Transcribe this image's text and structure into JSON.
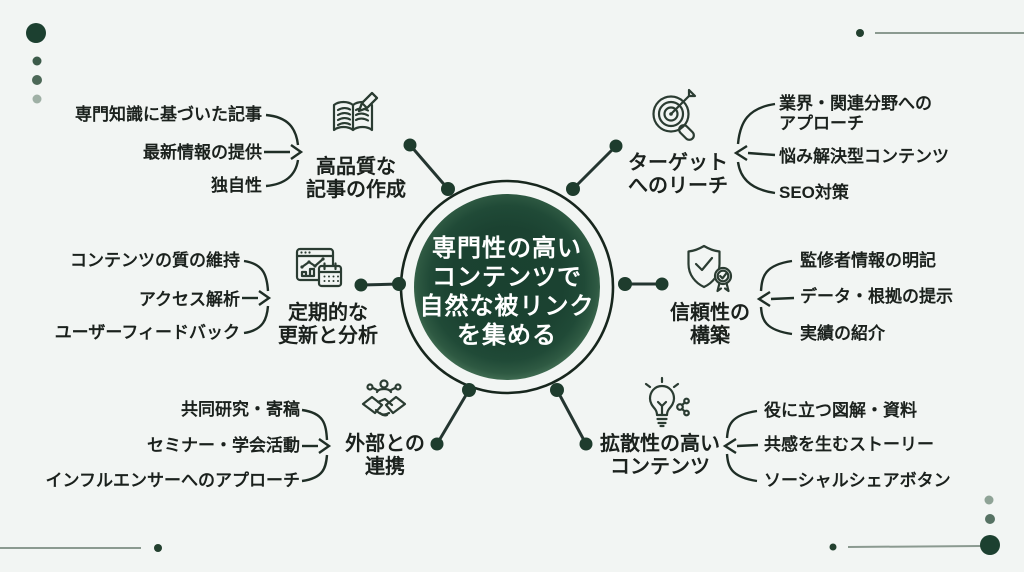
{
  "center": {
    "title": "専門性の高い\nコンテンツで\n自然な被リンク\nを集める"
  },
  "branches": [
    {
      "id": "quality-articles",
      "label": "高品質な\n記事の作成",
      "icon": "book-pen-icon",
      "side": "left",
      "items": [
        "専門知識に基づいた記事",
        "最新情報の提供",
        "独自性"
      ]
    },
    {
      "id": "regular-update-analysis",
      "label": "定期的な\n更新と分析",
      "icon": "analytics-calendar-icon",
      "side": "left",
      "items": [
        "コンテンツの質の維持",
        "アクセス解析",
        "ユーザーフィードバック"
      ]
    },
    {
      "id": "external-collaboration",
      "label": "外部との\n連携",
      "icon": "handshake-icon",
      "side": "left",
      "items": [
        "共同研究・寄稿",
        "セミナー・学会活動",
        "インフルエンサーへのアプローチ"
      ]
    },
    {
      "id": "target-reach",
      "label": "ターゲット\nへのリーチ",
      "icon": "target-search-icon",
      "side": "right",
      "items": [
        "業界・関連分野への\nアプローチ",
        "悩み解決型コンテンツ",
        "SEO対策"
      ]
    },
    {
      "id": "trust-building",
      "label": "信頼性の\n構築",
      "icon": "shield-check-icon",
      "side": "right",
      "items": [
        "監修者情報の明記",
        "データ・根拠の提示",
        "実績の紹介"
      ]
    },
    {
      "id": "viral-content",
      "label": "拡散性の高い\nコンテンツ",
      "icon": "lightbulb-share-icon",
      "side": "right",
      "items": [
        "役に立つ図解・資料",
        "共感を生むストーリー",
        "ソーシャルシェアボタン"
      ]
    }
  ],
  "colors": {
    "background": "#f2f5f3",
    "circle_fill": "#1b4231",
    "circle_rim": "#3f6b51",
    "ring_stroke": "#17261d",
    "connector": "#243530",
    "node_dot": "#1e3c2d",
    "deco_line": "#8b9a90",
    "deco_dot_dark": "#1c4030",
    "deco_dot_mid": "#4c6857",
    "deco_dot_light": "#93a79b",
    "text": "#1b211d",
    "center_text": "#ffffff",
    "icon_stroke": "#2b3c32"
  }
}
